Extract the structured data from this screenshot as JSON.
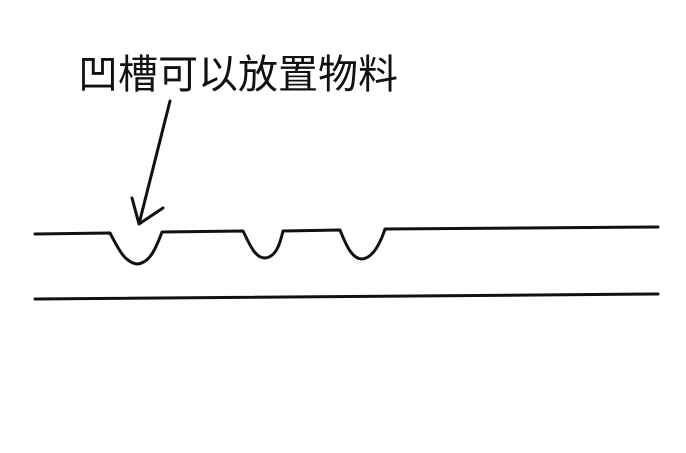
{
  "annotation": {
    "text": "凹槽可以放置物料"
  },
  "colors": {
    "ink": "#111111",
    "background": "#ffffff"
  },
  "grooves": [
    {
      "shape": "u-notch"
    },
    {
      "shape": "u-notch"
    },
    {
      "shape": "u-notch"
    }
  ]
}
